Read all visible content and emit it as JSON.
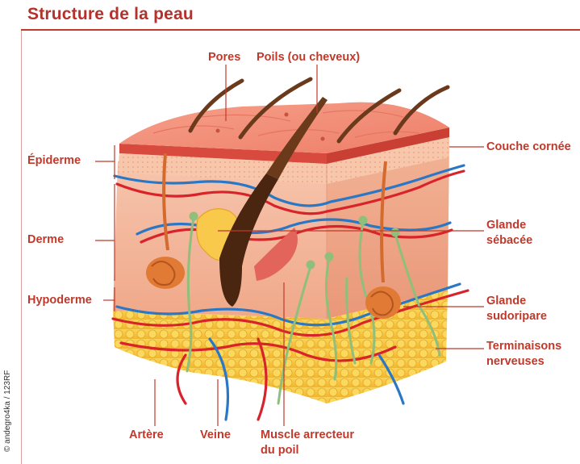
{
  "title": "Structure de la peau",
  "credit": "© andegro4ka / 123RF",
  "labels": {
    "pores": "Pores",
    "poils": "Poils (ou cheveux)",
    "epiderme": "Épiderme",
    "derme": "Derme",
    "hypoderme": "Hypoderme",
    "couche_cornee": "Couche cornée",
    "glande_sebacee_1": "Glande",
    "glande_sebacee_2": "sébacée",
    "glande_sudoripare_1": "Glande",
    "glande_sudoripare_2": "sudoripare",
    "terminaisons_1": "Terminaisons",
    "terminaisons_2": "nerveuses",
    "artere": "Artère",
    "veine": "Veine",
    "muscle_1": "Muscle arrecteur",
    "muscle_2": "du poil"
  },
  "colors": {
    "accent": "#c0392b",
    "skin_top": "#f08a72",
    "dermis": "#f4b49c",
    "fat": "#f7c744",
    "artery": "#d8232a",
    "vein": "#2a78c5",
    "nerve": "#8fbf7a",
    "hair": "#5a3016"
  }
}
